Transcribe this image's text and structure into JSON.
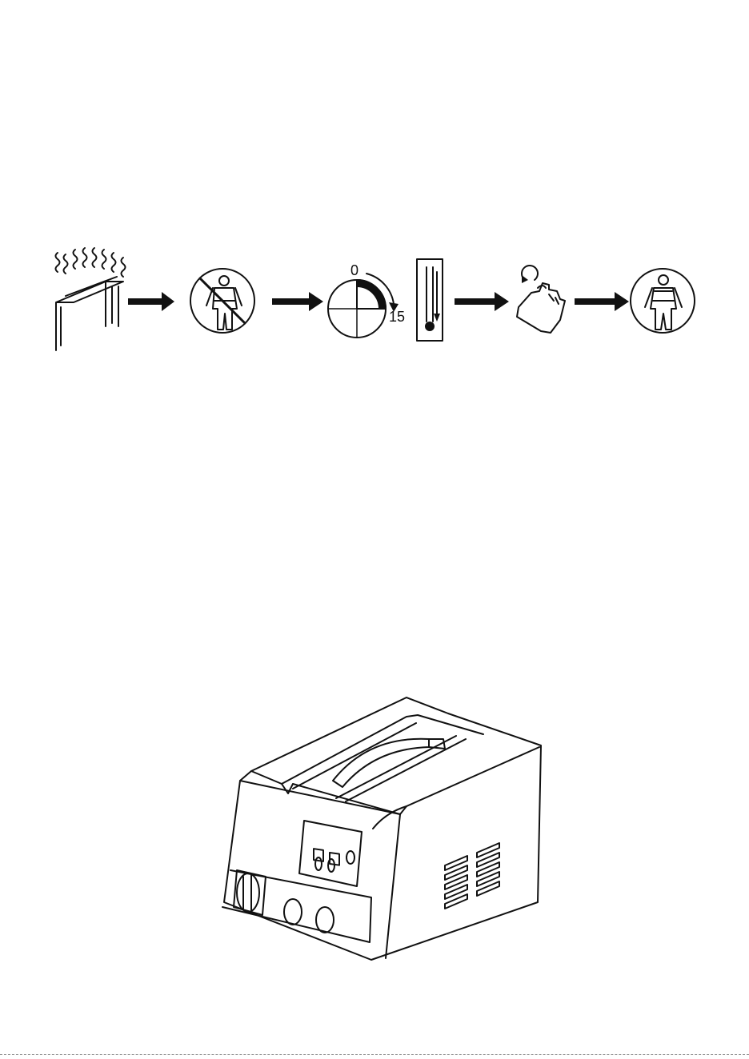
{
  "safety_sequence": {
    "steps": [
      {
        "icon": "hot-surface-icon"
      },
      {
        "icon": "no-protective-suit-icon"
      },
      {
        "icon": "timer-icon",
        "start_label": "0",
        "end_label": "15"
      },
      {
        "icon": "thermometer-icon"
      },
      {
        "icon": "touch-hand-icon"
      },
      {
        "icon": "protective-suit-icon"
      }
    ],
    "arrow_icon": "right-arrow-icon"
  },
  "device": {
    "icon": "equipment-unit-illustration"
  },
  "colors": {
    "ink": "#111111",
    "background": "#ffffff"
  }
}
